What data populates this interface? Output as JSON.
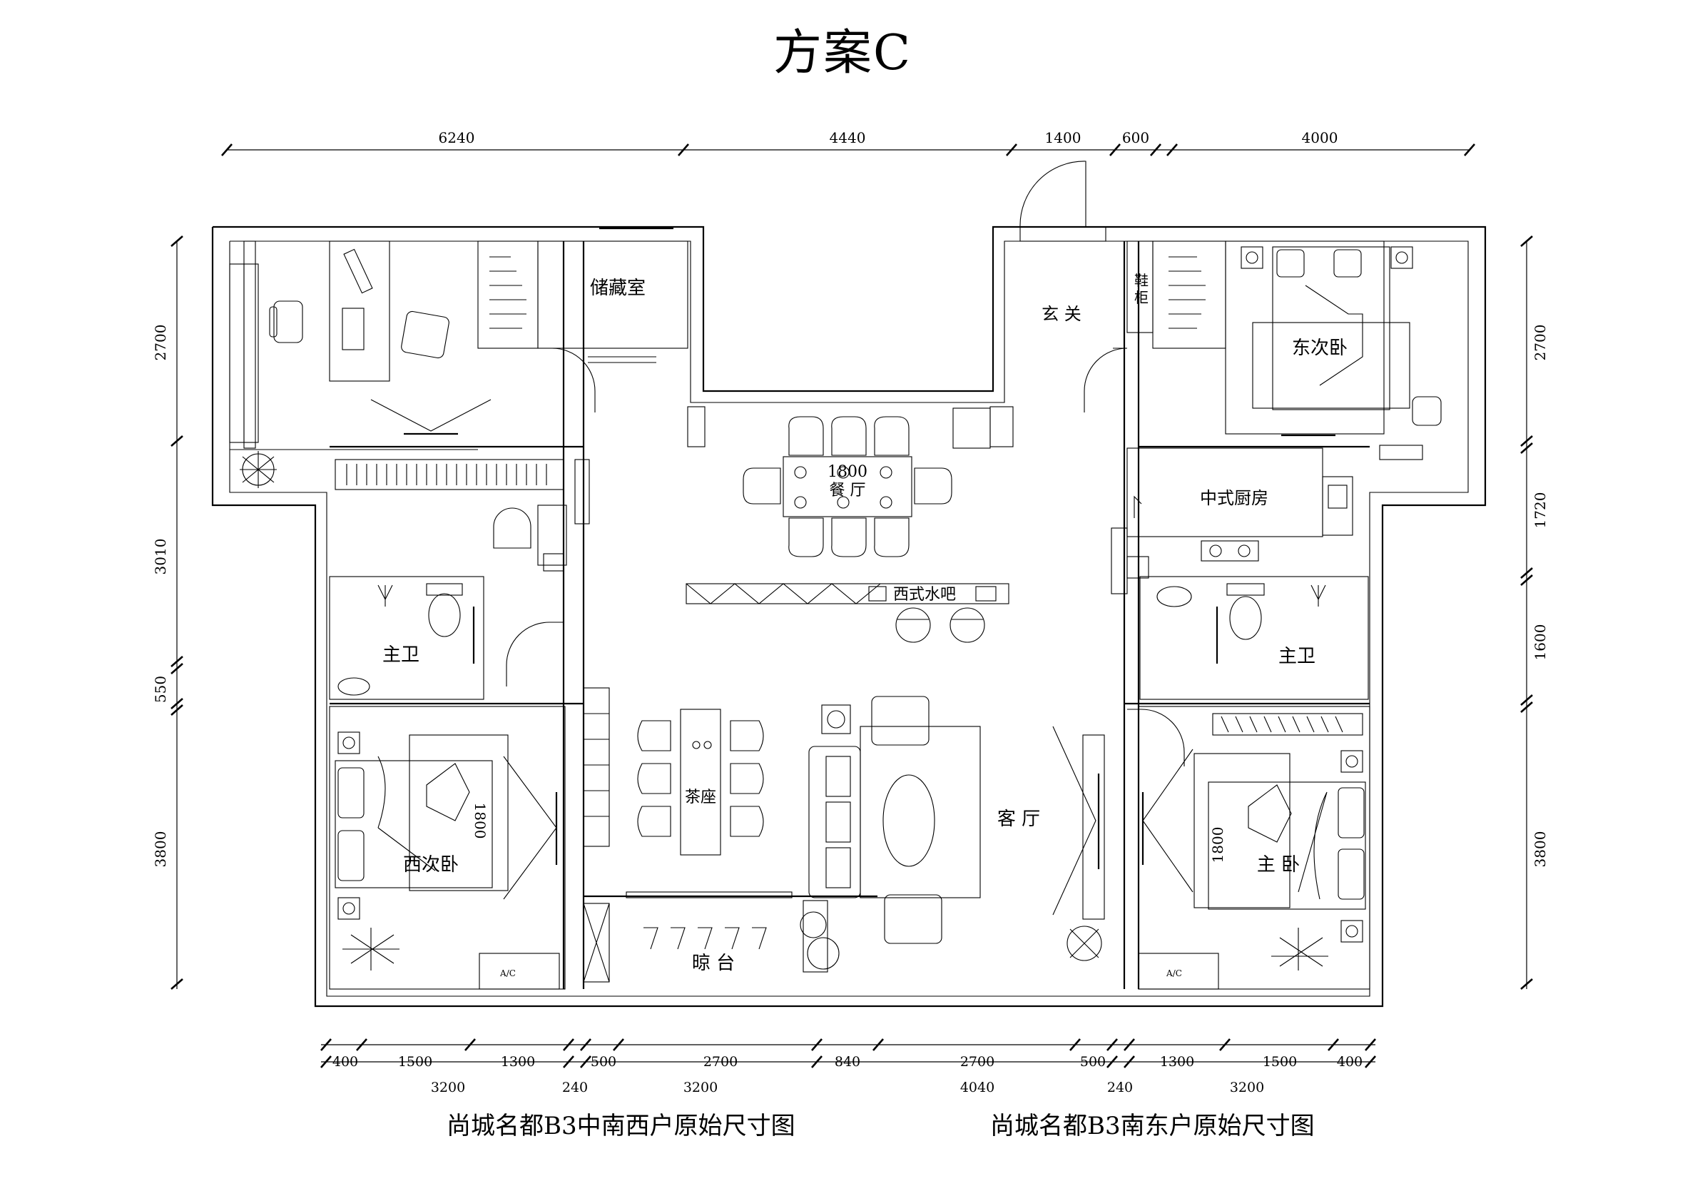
{
  "title": "方案C",
  "dims_top": [
    "6240",
    "4440",
    "1400",
    "600",
    "4000"
  ],
  "dims_left": [
    "2700",
    "3010",
    "550",
    "3800"
  ],
  "dims_right": [
    "2700",
    "1720",
    "1600",
    "3800"
  ],
  "dims_bottom_1": [
    "400",
    "1500",
    "1300",
    "500",
    "2700",
    "840",
    "2700",
    "500",
    "1300",
    "1500",
    "400"
  ],
  "dims_bottom_2": [
    "3200",
    "240",
    "3200",
    "4040",
    "240",
    "3200"
  ],
  "rooms": {
    "storage": "储藏室",
    "foyer": "玄 关",
    "shoe_cabinet": "鞋柜",
    "east_bedroom": "东次卧",
    "dining": "餐 厅",
    "table_size": "1800",
    "chinese_kitchen": "中式厨房",
    "western_bar": "西式水吧",
    "master_bath_w": "主卫",
    "master_bath_e": "主卫",
    "tea_area": "茶座",
    "living": "客 厅",
    "west_bedroom": "西次卧",
    "bed_w": "1800",
    "master_bedroom": "主 卧",
    "bed_e": "1800",
    "balcony": "晾 台",
    "ac_label": "A/C"
  },
  "captions": {
    "left": "尚城名都B3中南西户原始尺寸图",
    "right": "尚城名都B3南东户原始尺寸图"
  }
}
